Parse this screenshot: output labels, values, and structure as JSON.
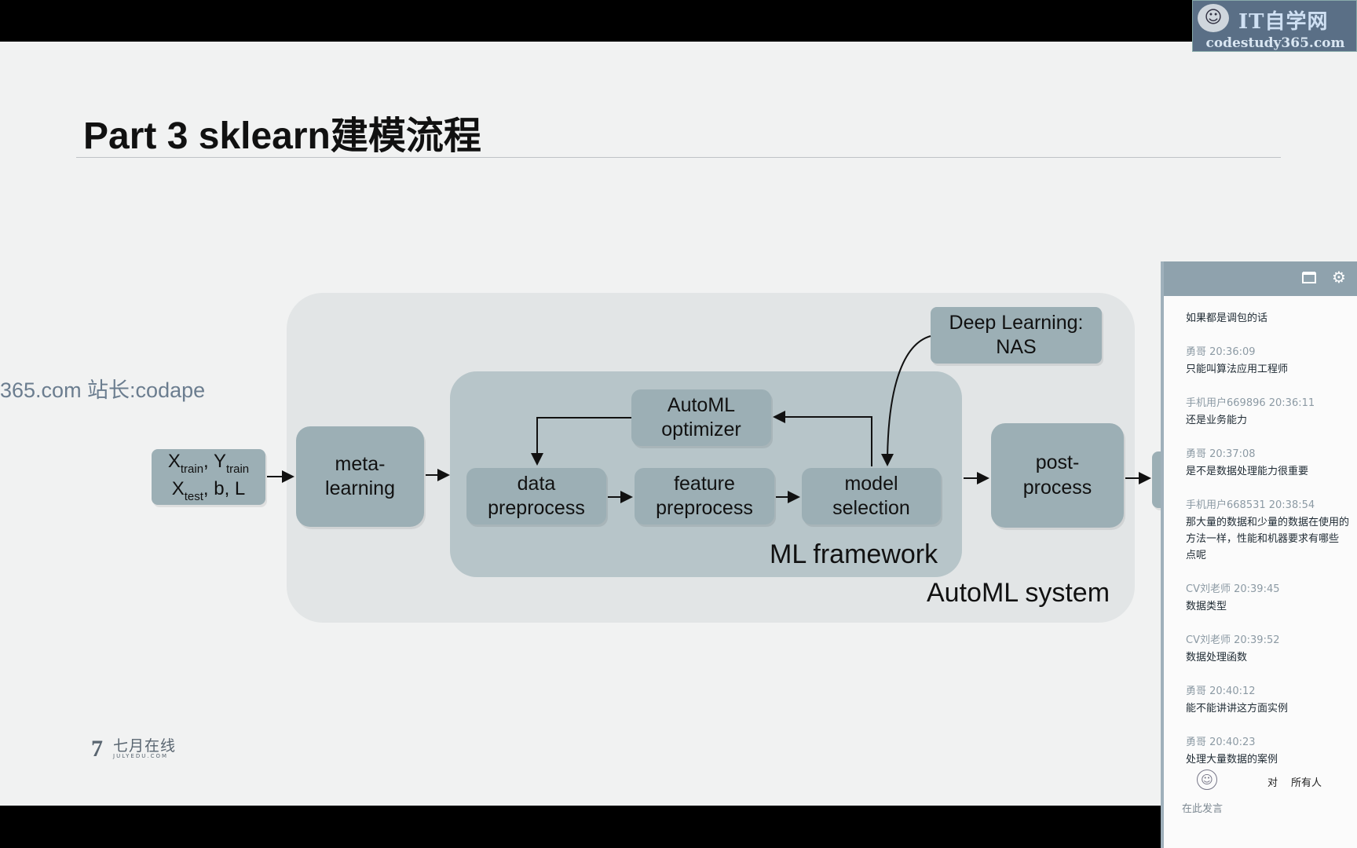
{
  "watermark": {
    "site_name": "IT自学网",
    "site_url": "codestudy365.com",
    "side_text": "365.com 站长:codape"
  },
  "slide": {
    "title": "Part 3 sklearn建模流程",
    "diagram": {
      "input": {
        "x_train": "X",
        "x_train_sub": "train",
        "sep1": ", ",
        "y_train": "Y",
        "y_train_sub": "train",
        "x_test": "X",
        "x_test_sub": "test",
        "rest": ", b, L"
      },
      "meta_learning": "meta-\nlearning",
      "data_preprocess": "data\npreprocess",
      "feature_preprocess": "feature\npreprocess",
      "model_selection": "model\nselection",
      "automl_optimizer": "AutoML\noptimizer",
      "deep_learning": "Deep Learning:\nNAS",
      "post_process": "post-\nprocess",
      "ml_framework_label": "ML framework",
      "automl_system_label": "AutoML system"
    },
    "brand": {
      "name": "七月在线",
      "domain": "JULYEDU.COM"
    }
  },
  "chat": {
    "header_icons": [
      "window-icon",
      "gear-icon"
    ],
    "messages": [
      {
        "meta": "",
        "text": "如果都是调包的话"
      },
      {
        "meta": "勇哥 20:36:09",
        "text": "只能叫算法应用工程师"
      },
      {
        "meta": "手机用户669896 20:36:11",
        "text": "还是业务能力"
      },
      {
        "meta": "勇哥 20:37:08",
        "text": "是不是数据处理能力很重要"
      },
      {
        "meta": "手机用户668531 20:38:54",
        "text": "那大量的数据和少量的数据在使用的\n方法一样，性能和机器要求有哪些\n点呢"
      },
      {
        "meta": "CV刘老师 20:39:45",
        "text": "数据类型"
      },
      {
        "meta": "CV刘老师 20:39:52",
        "text": "数据处理函数"
      },
      {
        "meta": "勇哥 20:40:12",
        "text": "能不能讲讲这方面实例"
      },
      {
        "meta": "勇哥 20:40:23",
        "text": "处理大量数据的案例"
      }
    ],
    "to_label": "对",
    "recipient": "所有人",
    "input_placeholder": "在此发言"
  }
}
